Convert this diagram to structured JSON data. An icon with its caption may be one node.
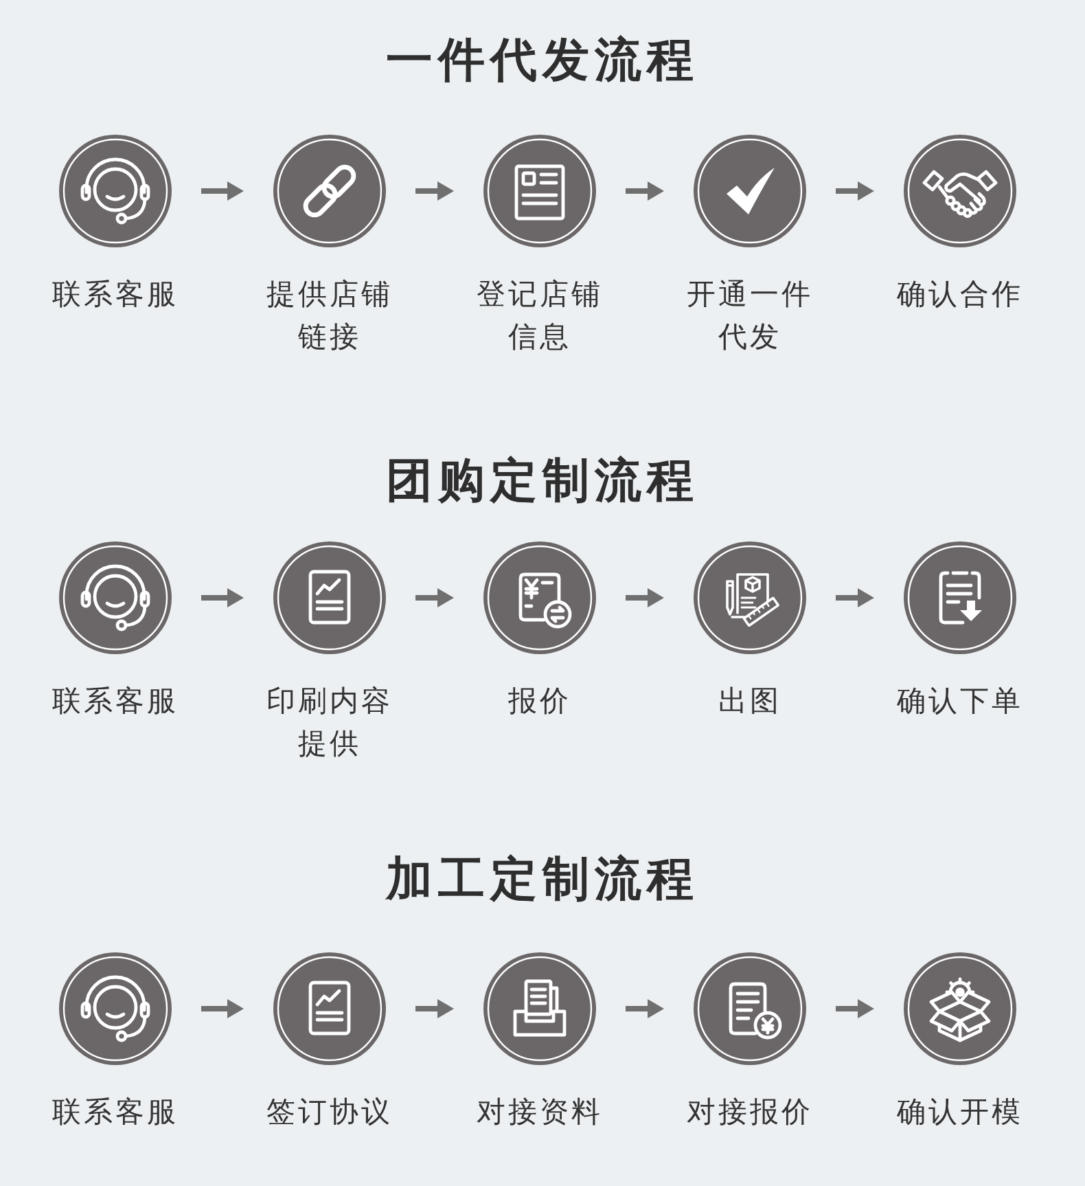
{
  "diagram": {
    "nodes": [
      {
        "text": [
          "联系客服"
        ]
      },
      {
        "text": [
          "提供店铺链接"
        ]
      },
      {
        "text": [
          "登记店铺信息"
        ]
      },
      {
        "text": [
          "开通一件代发"
        ]
      },
      {
        "text": [
          "确认合作"
        ]
      },
      {
        "text": [
          "联系客服"
        ]
      },
      {
        "text": [
          "印刷内容提供"
        ]
      },
      {
        "text": [
          "报价"
        ]
      },
      {
        "text": [
          "出图"
        ]
      },
      {
        "text": [
          "确认下单"
        ]
      },
      {
        "text": [
          "联系客服"
        ]
      },
      {
        "text": [
          "签订协议"
        ]
      },
      {
        "text": [
          "对接资料"
        ]
      },
      {
        "text": [
          "对接报价"
        ]
      },
      {
        "text": [
          "确认开模"
        ]
      }
    ],
    "edges": [
      {
        "from": 0,
        "to": 1,
        "arrow": "to"
      },
      {
        "from": 1,
        "to": 2,
        "arrow": "to"
      },
      {
        "from": 2,
        "to": 3,
        "arrow": "to"
      },
      {
        "from": 3,
        "to": 4,
        "arrow": "to"
      },
      {
        "from": 5,
        "to": 6,
        "arrow": "to"
      },
      {
        "from": 6,
        "to": 7,
        "arrow": "to"
      },
      {
        "from": 7,
        "to": 8,
        "arrow": "to"
      },
      {
        "from": 8,
        "to": 9,
        "arrow": "to"
      },
      {
        "from": 10,
        "to": 11,
        "arrow": "to"
      },
      {
        "from": 11,
        "to": 12,
        "arrow": "to"
      },
      {
        "from": 12,
        "to": 13,
        "arrow": "to"
      },
      {
        "from": 13,
        "to": 14,
        "arrow": "to"
      }
    ],
    "labels": [
      "一件代发流程",
      "团购定制流程",
      "加工定制流程"
    ]
  }
}
